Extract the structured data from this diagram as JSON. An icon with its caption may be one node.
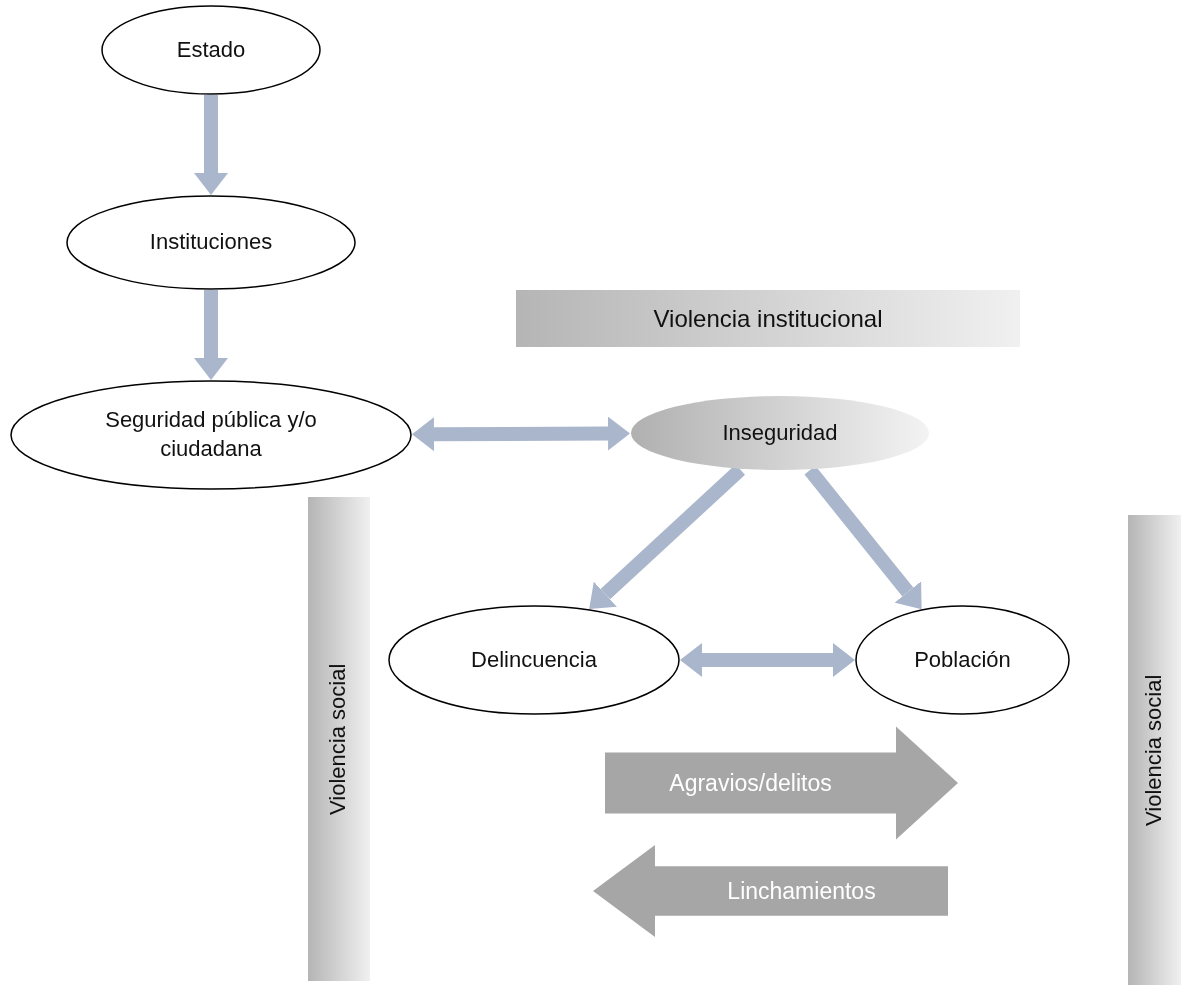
{
  "diagram": {
    "nodes": [
      {
        "text": [
          "Estado"
        ]
      },
      {
        "text": [
          "Instituciones"
        ]
      },
      {
        "text": [
          "Seguridad pública y/o ciudadana"
        ]
      },
      {
        "text": [
          "Violencia institucional"
        ]
      },
      {
        "text": [
          "Inseguridad"
        ]
      },
      {
        "text": [
          "Violencia social"
        ]
      },
      {
        "text": [
          "Delincuencia"
        ]
      },
      {
        "text": [
          "Población"
        ]
      },
      {
        "text": [
          "Violencia social"
        ]
      }
    ],
    "edges": [
      {
        "from": 0,
        "to": 1,
        "arrow": "to"
      },
      {
        "from": 1,
        "to": 2,
        "arrow": "to"
      },
      {
        "from": 2,
        "to": 4,
        "arrow": "both"
      },
      {
        "from": 4,
        "to": 6,
        "arrow": "to"
      },
      {
        "from": 4,
        "to": 7,
        "arrow": "to"
      },
      {
        "from": 6,
        "to": 7,
        "arrow": "both"
      },
      {
        "from": 6,
        "to": 7,
        "arrow": "to",
        "label": "Agravios/delitos",
        "style": "thick",
        "color": "#a6a6a6"
      },
      {
        "from": 7,
        "to": 6,
        "arrow": "to",
        "label": "Linchamientos",
        "style": "thick",
        "color": "#a6a6a6"
      }
    ]
  }
}
